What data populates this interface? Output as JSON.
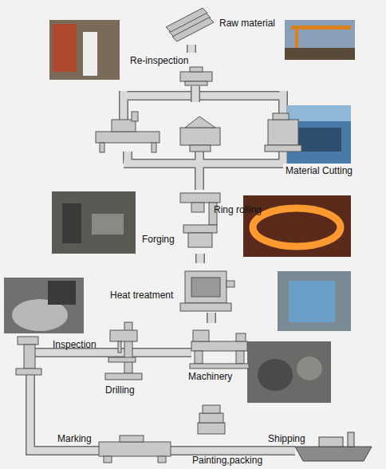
{
  "diagram": {
    "nodes": [
      {
        "text": [
          "Raw material"
        ]
      },
      {
        "text": [
          "Re-inspection"
        ]
      },
      {
        "text": [
          "Material Cutting"
        ]
      },
      {
        "text": [
          "Ring rolling",
          "Forging"
        ]
      },
      {
        "text": [
          "Heat treatment"
        ]
      },
      {
        "text": [
          "Machinery"
        ]
      },
      {
        "text": [
          "Drilling"
        ]
      },
      {
        "text": [
          "Inspection"
        ]
      },
      {
        "text": [
          "Marking"
        ]
      },
      {
        "text": [
          "Painting,packing"
        ]
      },
      {
        "text": [
          "Shipping"
        ]
      }
    ],
    "edges": [
      {
        "from": 0,
        "to": 1,
        "arrow": "none"
      },
      {
        "from": 1,
        "to": 2,
        "arrow": "none"
      },
      {
        "from": 2,
        "to": 3,
        "arrow": "none"
      },
      {
        "from": 3,
        "to": 4,
        "arrow": "none"
      },
      {
        "from": 4,
        "to": 5,
        "arrow": "none"
      },
      {
        "from": 5,
        "to": 6,
        "arrow": "none"
      },
      {
        "from": 6,
        "to": 7,
        "arrow": "none"
      },
      {
        "from": 7,
        "to": 8,
        "arrow": "none"
      },
      {
        "from": 8,
        "to": 9,
        "arrow": "none"
      },
      {
        "from": 9,
        "to": 10,
        "arrow": "none"
      }
    ]
  }
}
